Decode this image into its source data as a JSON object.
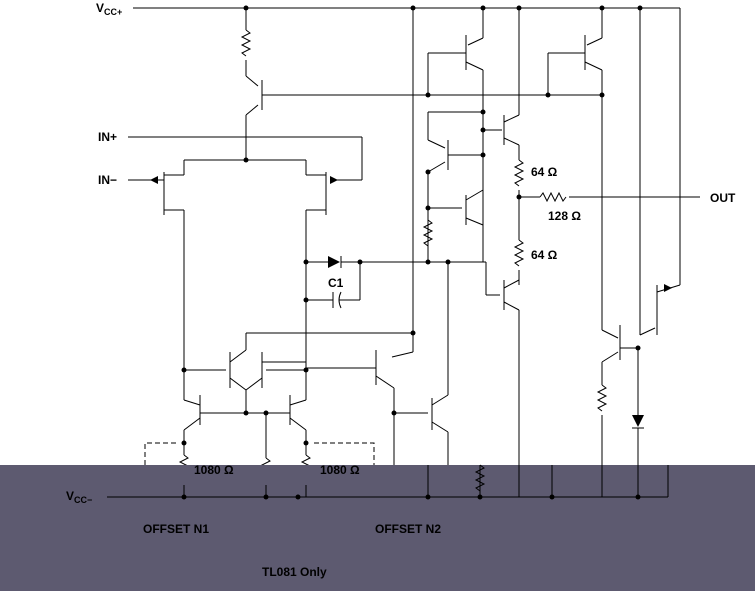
{
  "labels": {
    "vcc_plus_main": "V",
    "vcc_plus_sub": "CC+",
    "vcc_minus_main": "V",
    "vcc_minus_sub": "CC−",
    "in_plus": "IN+",
    "in_minus": "IN−",
    "out": "OUT",
    "r64_top": "64 Ω",
    "r128": "128 Ω",
    "r64_bottom": "64 Ω",
    "c1": "C1",
    "r1080_left": "1080 Ω",
    "r1080_right": "1080 Ω",
    "offset_n1": "OFFSET N1",
    "offset_n2": "OFFSET N2",
    "tl081_only": "TL081 Only"
  },
  "colors": {
    "background": "#ffffff",
    "wire": "#000000",
    "bottom_band": "#5d5a70"
  }
}
